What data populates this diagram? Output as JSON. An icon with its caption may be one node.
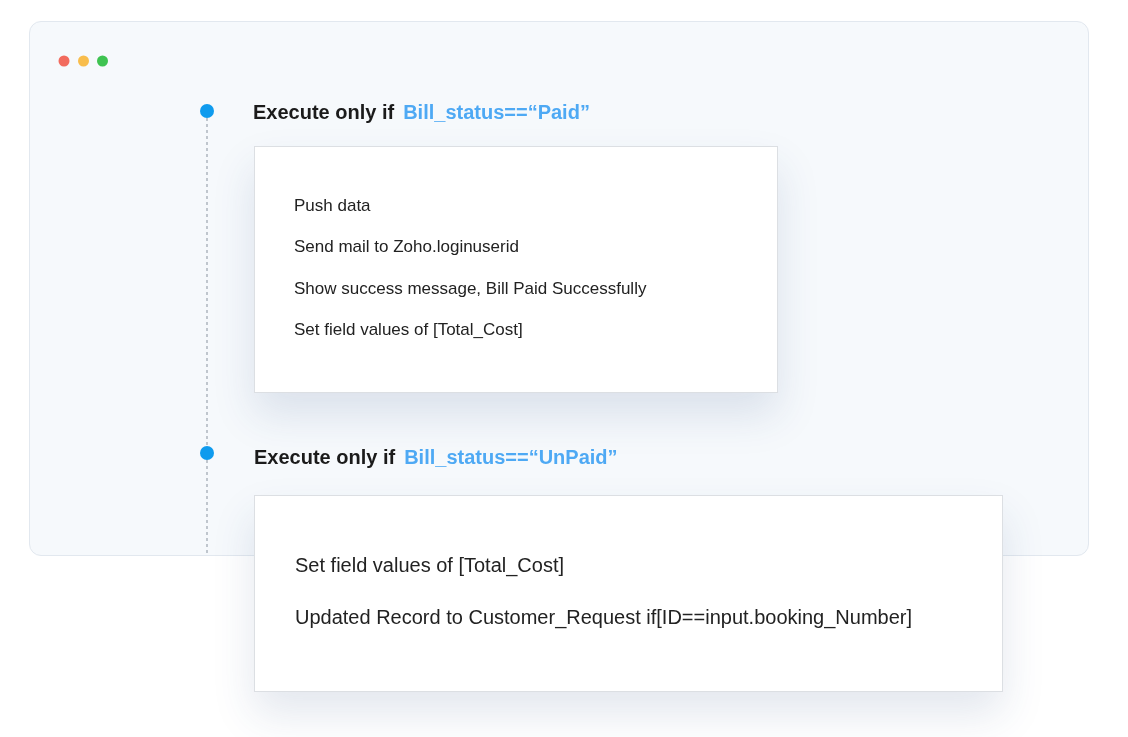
{
  "diagram": {
    "nodes": [
      {
        "text": [],
        "shape": "circle"
      },
      {
        "text": [
          "Execute only if",
          "Bill_status==“Paid”",
          "Push data",
          "Send mail to Zoho.loginuserid",
          "Show success message, Bill Paid Successfully",
          "Set field values of [Total_Cost]"
        ]
      },
      {
        "text": [],
        "shape": "circle"
      },
      {
        "text": [
          "Execute only if",
          "Bill_status==“UnPaid”",
          "Set field values of [Total_Cost]",
          "Updated Record to Customer_Request if[ID==input.booking_Number]"
        ]
      }
    ],
    "edges": [
      {
        "from": 0,
        "to": 2,
        "arrow": "none",
        "style": "dashed"
      },
      {
        "from": 2,
        "to": null,
        "arrow": "none",
        "style": "dashed"
      }
    ]
  }
}
